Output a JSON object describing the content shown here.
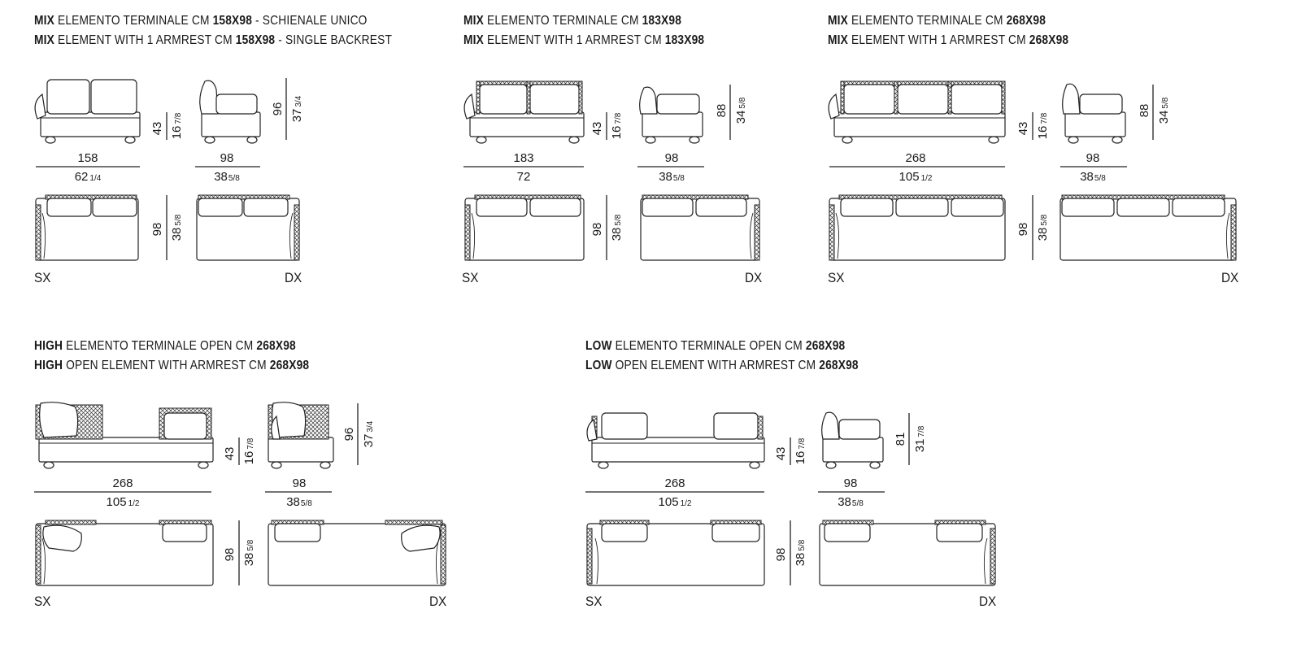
{
  "groups": [
    {
      "title_it": {
        "bold": "MIX",
        "rest": " ELEMENTO TERMINALE CM ",
        "size": "158X98",
        "extra": " - SCHIENALE UNICO"
      },
      "title_en": {
        "bold": "MIX",
        "rest": " ELEMENT WITH 1 ARMREST CM ",
        "size": "158X98",
        "extra": " - SINGLE BACKREST"
      },
      "left_label": "SX",
      "right_label": "DX",
      "dims": {
        "front_width": "158",
        "front_width_in": "62",
        "front_width_in_frac": "1/4",
        "seat_h": "43",
        "seat_h_in": "16",
        "seat_h_in_frac": "7/8",
        "side_width": "98",
        "side_width_in": "38",
        "side_width_in_frac": "5/8",
        "total_h": "96",
        "total_h_in": "37",
        "total_h_in_frac": "3/4",
        "depth": "98",
        "depth_in": "38",
        "depth_in_frac": "5/8"
      }
    },
    {
      "title_it": {
        "bold": "MIX",
        "rest": " ELEMENTO TERMINALE CM ",
        "size": "183X98",
        "extra": ""
      },
      "title_en": {
        "bold": "MIX",
        "rest": " ELEMENT WITH 1 ARMREST CM ",
        "size": "183X98",
        "extra": ""
      },
      "left_label": "SX",
      "right_label": "DX",
      "dims": {
        "front_width": "183",
        "front_width_in": "72",
        "front_width_in_frac": "",
        "seat_h": "43",
        "seat_h_in": "16",
        "seat_h_in_frac": "7/8",
        "side_width": "98",
        "side_width_in": "38",
        "side_width_in_frac": "5/8",
        "total_h": "88",
        "total_h_in": "34",
        "total_h_in_frac": "5/8",
        "depth": "98",
        "depth_in": "38",
        "depth_in_frac": "5/8"
      }
    },
    {
      "title_it": {
        "bold": "MIX",
        "rest": " ELEMENTO TERMINALE CM ",
        "size": "268X98",
        "extra": ""
      },
      "title_en": {
        "bold": "MIX",
        "rest": " ELEMENT WITH 1 ARMREST CM ",
        "size": "268X98",
        "extra": ""
      },
      "left_label": "SX",
      "right_label": "DX",
      "dims": {
        "front_width": "268",
        "front_width_in": "105",
        "front_width_in_frac": "1/2",
        "seat_h": "43",
        "seat_h_in": "16",
        "seat_h_in_frac": "7/8",
        "side_width": "98",
        "side_width_in": "38",
        "side_width_in_frac": "5/8",
        "total_h": "88",
        "total_h_in": "34",
        "total_h_in_frac": "5/8",
        "depth": "98",
        "depth_in": "38",
        "depth_in_frac": "5/8"
      }
    },
    {
      "title_it": {
        "bold": "HIGH",
        "rest": " ELEMENTO TERMINALE OPEN CM ",
        "size": "268X98",
        "extra": ""
      },
      "title_en": {
        "bold": "HIGH",
        "rest": " OPEN ELEMENT WITH ARMREST CM ",
        "size": "268X98",
        "extra": ""
      },
      "left_label": "SX",
      "right_label": "DX",
      "dims": {
        "front_width": "268",
        "front_width_in": "105",
        "front_width_in_frac": "1/2",
        "seat_h": "43",
        "seat_h_in": "16",
        "seat_h_in_frac": "7/8",
        "side_width": "98",
        "side_width_in": "38",
        "side_width_in_frac": "5/8",
        "total_h": "96",
        "total_h_in": "37",
        "total_h_in_frac": "3/4",
        "depth": "98",
        "depth_in": "38",
        "depth_in_frac": "5/8"
      }
    },
    {
      "title_it": {
        "bold": "LOW",
        "rest": " ELEMENTO TERMINALE OPEN CM ",
        "size": "268X98",
        "extra": ""
      },
      "title_en": {
        "bold": "LOW",
        "rest": " OPEN ELEMENT WITH ARMREST CM ",
        "size": "268X98",
        "extra": ""
      },
      "left_label": "SX",
      "right_label": "DX",
      "dims": {
        "front_width": "268",
        "front_width_in": "105",
        "front_width_in_frac": "1/2",
        "seat_h": "43",
        "seat_h_in": "16",
        "seat_h_in_frac": "7/8",
        "side_width": "98",
        "side_width_in": "38",
        "side_width_in_frac": "5/8",
        "total_h": "81",
        "total_h_in": "31",
        "total_h_in_frac": "7/8",
        "depth": "98",
        "depth_in": "38",
        "depth_in_frac": "5/8"
      }
    }
  ]
}
